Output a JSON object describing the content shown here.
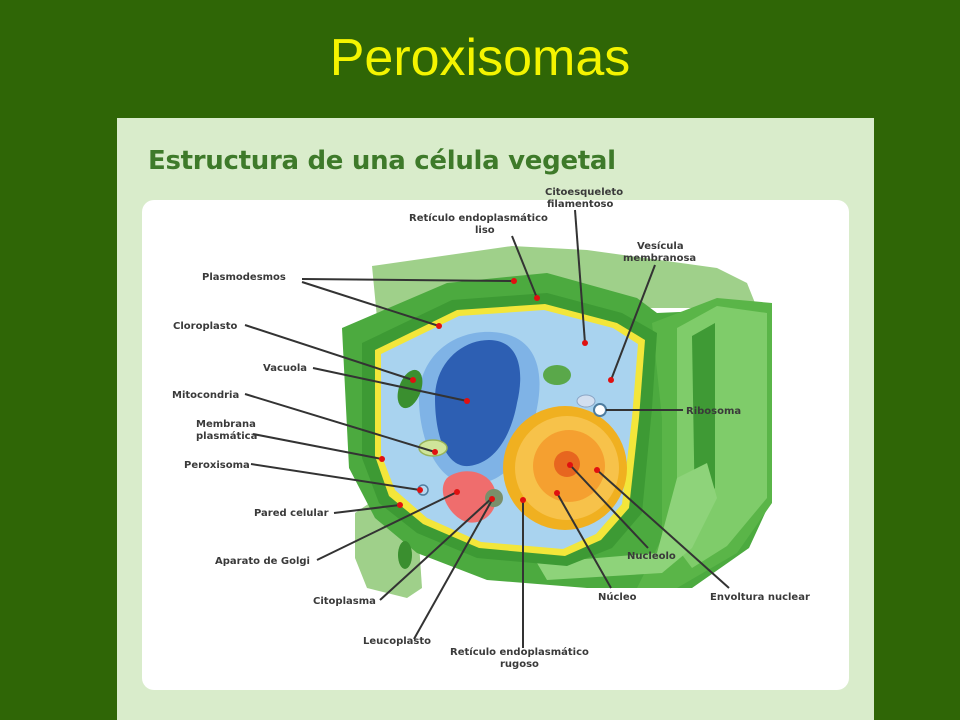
{
  "slide": {
    "title": "Peroxisomas"
  },
  "figure": {
    "heading": "Estructura de una célula vegetal",
    "labels": {
      "citoesqueleto_1": "Citoesqueleto",
      "citoesqueleto_2": "filamentoso",
      "reticulo_liso_1": "Retículo endoplasmático",
      "reticulo_liso_2": "liso",
      "vesicula_1": "Vesícula",
      "vesicula_2": "membranosa",
      "plasmodesmos": "Plasmodesmos",
      "cloroplasto": "Cloroplasto",
      "vacuola": "Vacuola",
      "mitocondria": "Mitocondria",
      "membrana_1": "Membrana",
      "membrana_2": "plasmática",
      "peroxisoma": "Peroxisoma",
      "pared_celular": "Pared celular",
      "golgi": "Aparato de Golgi",
      "citoplasma": "Citoplasma",
      "leucoplasto": "Leucoplasto",
      "reticulo_rugoso_1": "Retículo endoplasmático",
      "reticulo_rugoso_2": "rugoso",
      "ribosoma": "Ribosoma",
      "nucleolo": "Nucleolo",
      "nucleo": "Núcleo",
      "envoltura": "Envoltura nuclear"
    }
  }
}
